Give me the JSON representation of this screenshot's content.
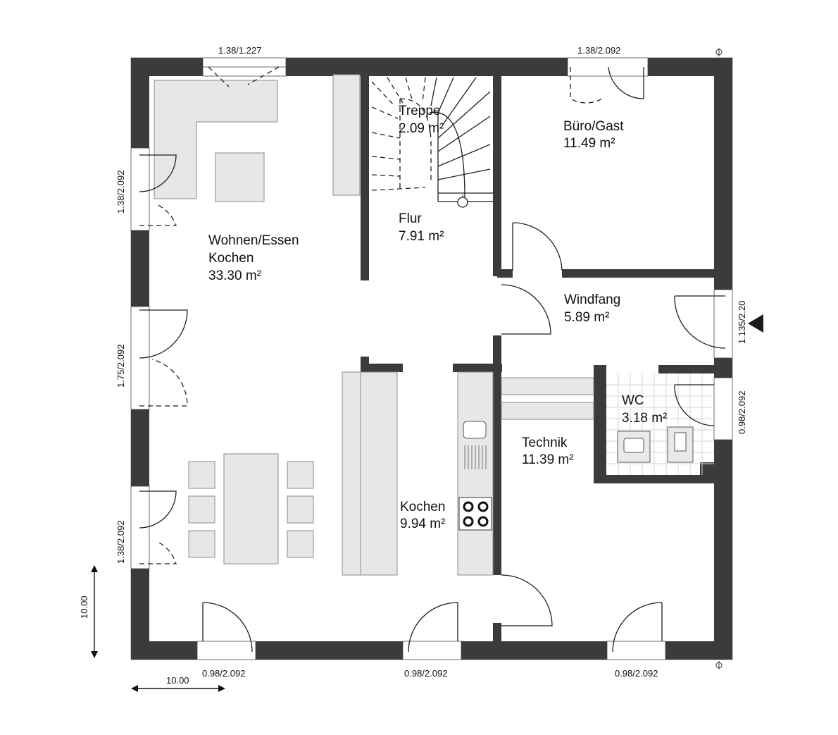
{
  "rooms": {
    "wohnen_name_1": "Wohnen/Essen",
    "wohnen_name_2": "Kochen",
    "wohnen_area": "33.30 m²",
    "treppe_name": "Treppe",
    "treppe_area": "2.09 m²",
    "flur_name": "Flur",
    "flur_area": "7.91 m²",
    "buero_name": "Büro/Gast",
    "buero_area": "11.49 m²",
    "windfang_name": "Windfang",
    "windfang_area": "5.89 m²",
    "wc_name": "WC",
    "wc_area": "3.18 m²",
    "technik_name": "Technik",
    "technik_area": "11.39 m²",
    "kochen_name": "Kochen",
    "kochen_area": "9.94 m²"
  },
  "openings": {
    "top_left": "1.38/1.227",
    "top_right": "1.38/2.092",
    "left_upper": "1.38/2.092",
    "left_middle": "1.75/2.092",
    "left_lower": "1.38/2.092",
    "right_upper": "1.135/2.20",
    "right_lower": "0.98/2.092",
    "bottom_left": "0.98/2.092",
    "bottom_middle": "0.98/2.092",
    "bottom_right": "0.98/2.092"
  },
  "scale": {
    "horizontal": "10.00",
    "vertical": "10.00"
  }
}
